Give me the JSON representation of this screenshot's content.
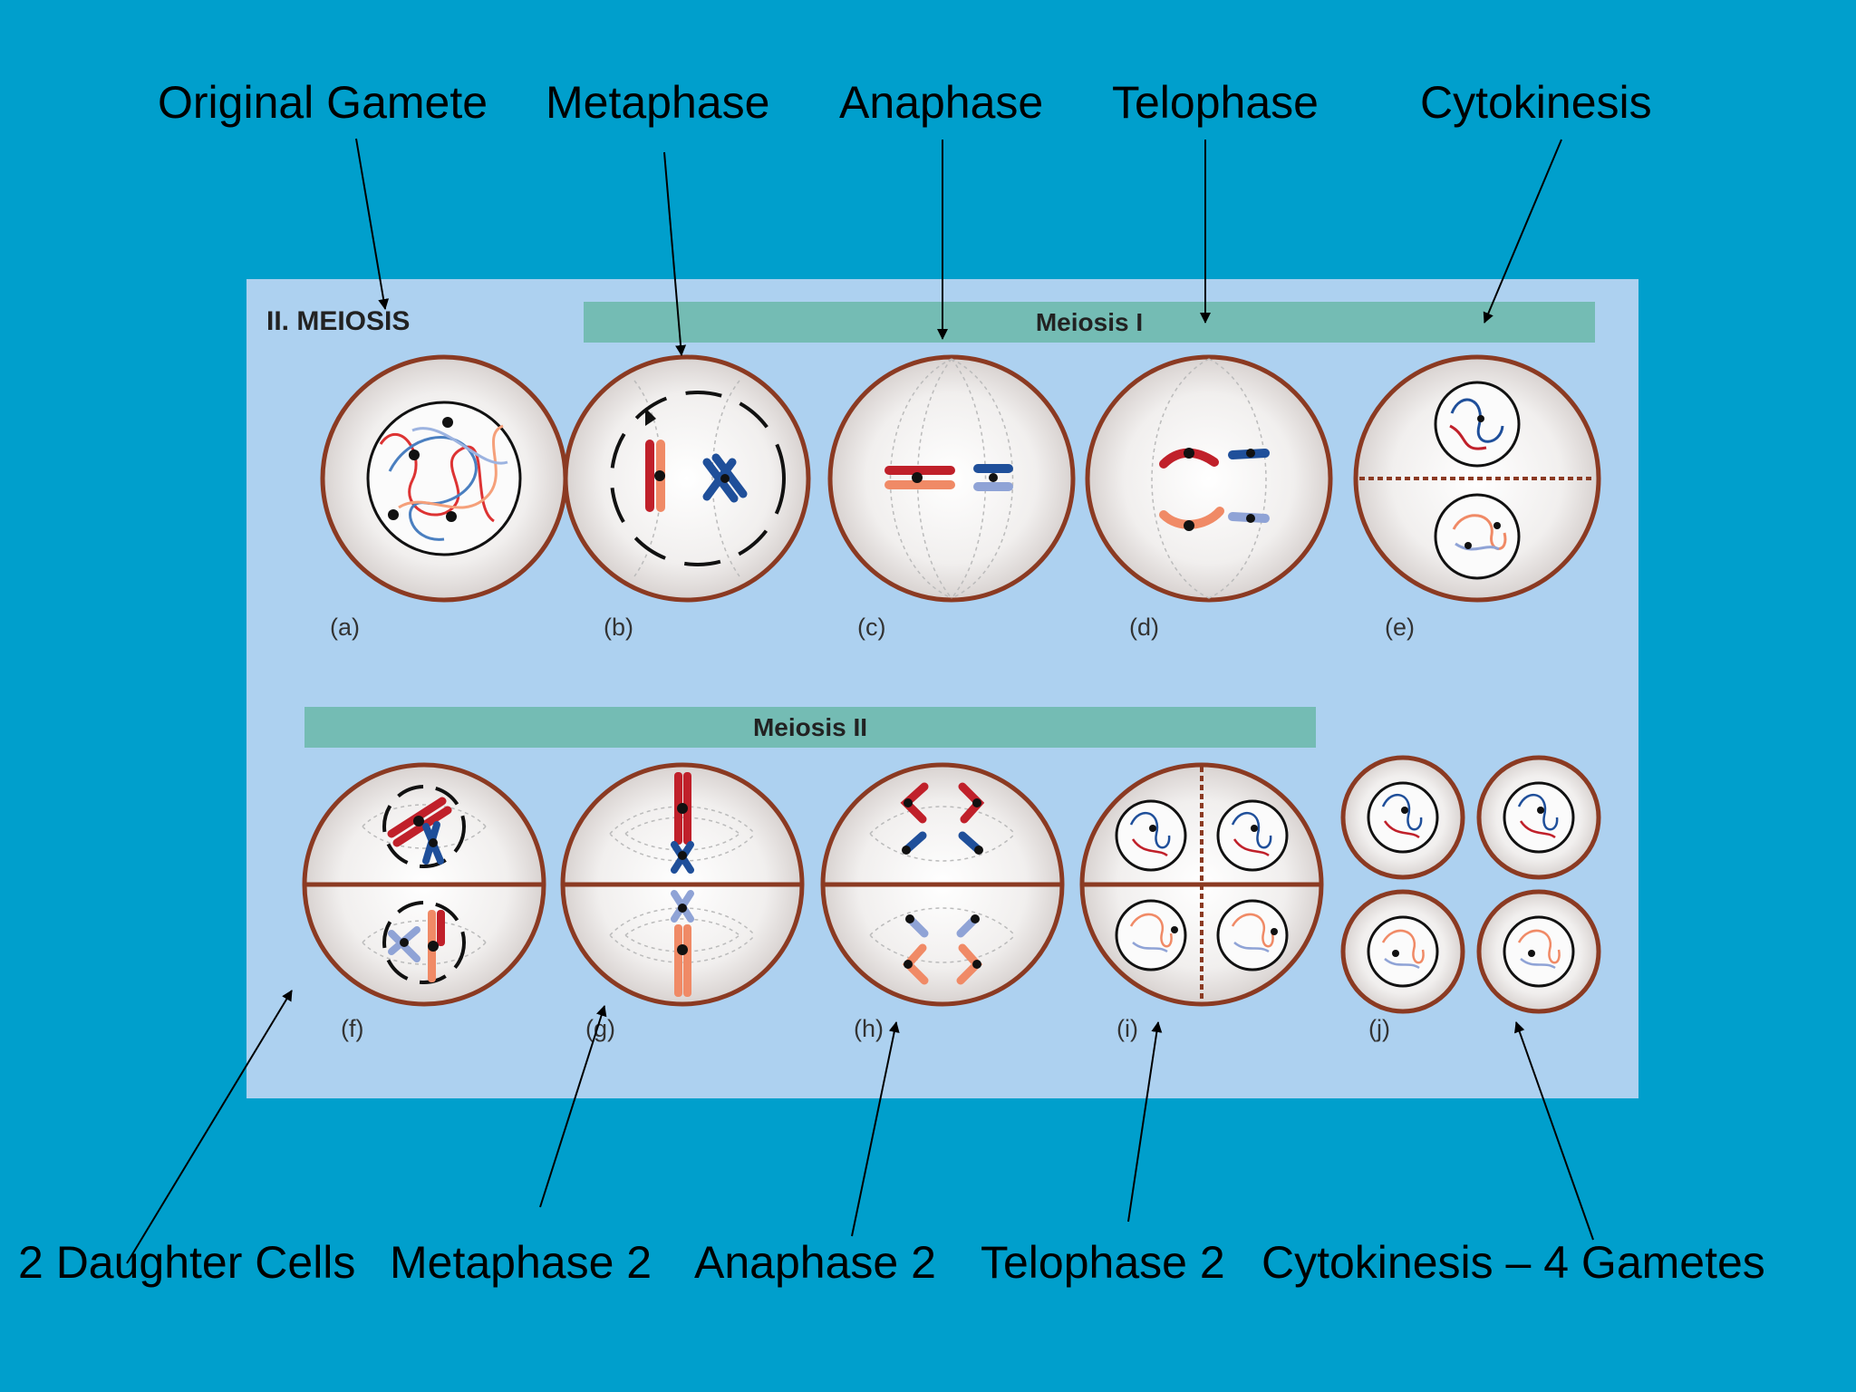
{
  "labels_top": [
    "Original Gamete",
    "Metaphase",
    "Anaphase",
    "Telophase",
    "Cytokinesis"
  ],
  "labels_bottom": [
    "2 Daughter Cells",
    "Metaphase 2",
    "Anaphase 2",
    "Telophase 2",
    "Cytokinesis – 4 Gametes"
  ],
  "panel": {
    "title": "II. MEIOSIS",
    "meiosis1_label": "Meiosis I",
    "meiosis2_label": "Meiosis II",
    "captions": [
      "(a)",
      "(b)",
      "(c)",
      "(d)",
      "(e)",
      "(f)",
      "(g)",
      "(h)",
      "(i)",
      "(j)"
    ]
  },
  "colors": {
    "background": "#009fcc",
    "panel": "#add1f0",
    "bar": "#74bcb4",
    "cell_border": "#8b3a22",
    "chromosome_red": "#c0202a",
    "chromosome_salmon": "#f08a66",
    "chromosome_blue": "#1f4f9a",
    "chromosome_lightblue": "#8fa3d6"
  }
}
